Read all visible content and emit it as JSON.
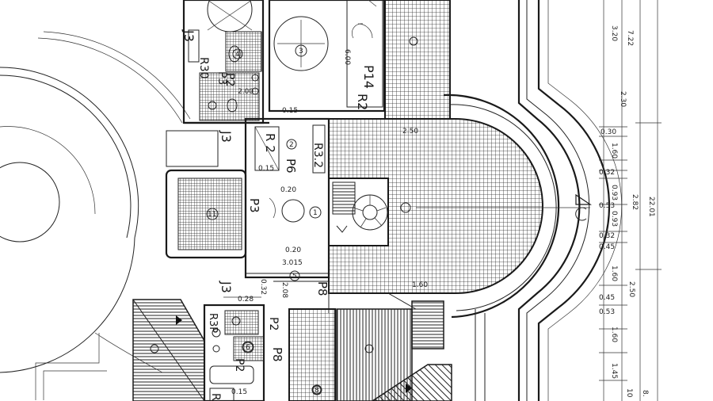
{
  "labels": {
    "j3_top": "J3",
    "r30": "R30",
    "p3_top": "P3",
    "p2_top": "P2",
    "p14": "P14",
    "r2_top": "R2",
    "j3_mid": "J3",
    "r2_mid": "R 2",
    "p6": "P6",
    "r3_2": "R3.2",
    "p3_mid": "P3",
    "j3_low": "J3",
    "p8_right": "P8",
    "r3p": "R3P",
    "p2_low": "P2",
    "p2_low2": "P2",
    "p8_low": "P8",
    "r_bottom": "R"
  },
  "room_numbers": {
    "n3": "3",
    "n4": "4",
    "n2": "2",
    "n11": "11",
    "n1": "1",
    "n5": "5",
    "n6": "6",
    "n8": "8"
  },
  "dimensions": {
    "d_200a": "2.00",
    "d_600": "6.00",
    "d_015a": "0.15",
    "d_250": "2.50",
    "d_015b": "0.15",
    "d_020a": "0.20",
    "d_020b": "0.20",
    "d_3015": "3.015",
    "d_208": "2.08",
    "d_160_mid": "1.60",
    "d_032": "0.32",
    "d_028": "0.28",
    "d_015c": "0.15",
    "r_722": "7.22",
    "r_320": "3.20",
    "r_230": "2.30",
    "r_030": "0.30",
    "r_160a": "1.60",
    "r_032a": "0.32",
    "r_093a": "0.93",
    "r_053a": "0.53",
    "r_093b": "0.93",
    "r_032b": "0.32",
    "r_045a": "0.45",
    "r_160b": "1.60",
    "r_045b": "0.45",
    "r_053b": "0.53",
    "r_160c": "1.60",
    "r_145": "1.45",
    "r_282": "2.82",
    "r_2201": "22.01",
    "r_250": "2.50",
    "r_8": "8.",
    "r_10": "10"
  },
  "colors": {
    "ink": "#1a1a1a",
    "paper": "#ffffff"
  }
}
